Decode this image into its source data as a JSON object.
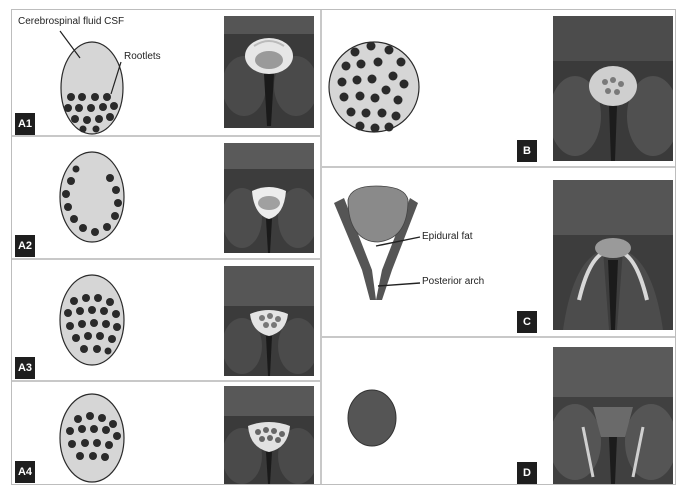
{
  "panel_labels": {
    "a1": "A1",
    "a2": "A2",
    "a3": "A3",
    "a4": "A4",
    "b": "B",
    "c": "C",
    "d": "D"
  },
  "annotations": {
    "csf": "Cerebrospinal fluid CSF",
    "rootlets": "Rootlets",
    "epidural_fat": "Epidural fat",
    "posterior_arch": "Posterior arch"
  },
  "colors": {
    "sac_fill": "#d6d6d6",
    "rootlet": "#2a2a2a",
    "label_bg": "#1e1e1e",
    "arch": "#555555",
    "fat": "#8a8a8a"
  }
}
